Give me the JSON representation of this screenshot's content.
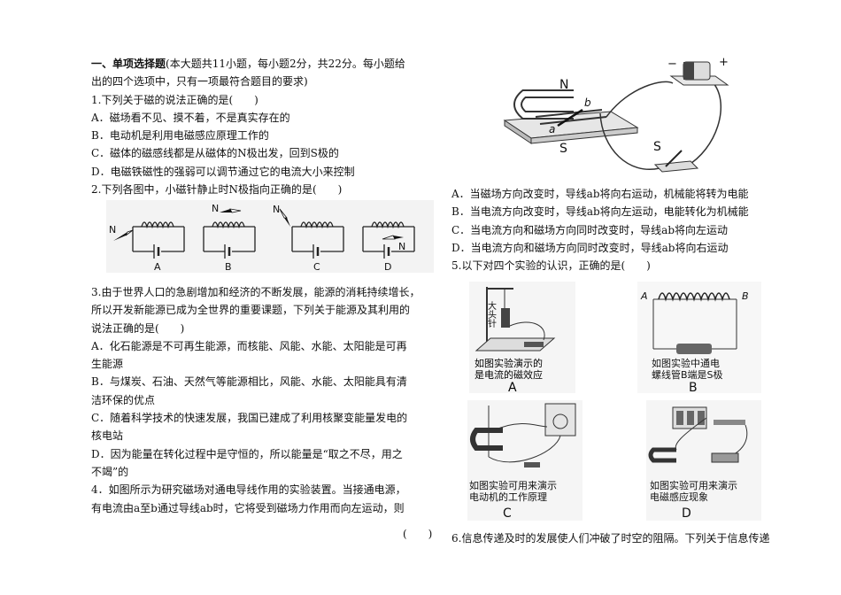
{
  "left_column": {
    "section_title": "一、单项选择题",
    "section_note_1": "(本大题共11小题，每小题2分，共22分。每小题给",
    "section_note_2": "出的四个选项中，只有一项最符合题目的要求)",
    "q1": {
      "stem": "1.下列关于磁的说法正确的是(　　)",
      "A": "A．磁场看不见、摸不着，不是真实存在的",
      "B": "B．电动机是利用电磁感应原理工作的",
      "C": "C．磁体的磁感线都是从磁体的N极出发，回到S极的",
      "D": "D．电磁铁磁性的强弱可以调节通过它的电流大小来控制"
    },
    "q2": {
      "stem": "2.下列各图中，小磁针静止时N极指向正确的是(　　)",
      "labels": [
        "A",
        "B",
        "C",
        "D"
      ],
      "needle_label": "N"
    },
    "q3": {
      "lines": [
        "3.由于世界人口的急剧增加和经济的不断发展，能源的消耗持续增长，",
        "所以开发新能源已成为全世界的重要课题，下列关于能源及其利用的",
        "说法正确的是(　　)",
        "A．化石能源是不可再生能源，而核能、风能、水能、太阳能是可再",
        "生能源",
        "B．与煤炭、石油、天然气等能源相比，风能、水能、太阳能具有清",
        "洁环保的优点",
        "C．随着科学技术的快速发展，我国已建成了利用核聚变能量发电的",
        "核电站",
        "D．因为能量在转化过程中是守恒的，所以能量是“取之不尽，用之",
        "不竭”的"
      ]
    },
    "q4": {
      "line1": "4．如图所示为研究磁场对通电导线作用的实验装置。当接通电源，",
      "line2": "有电流由a至b通过导线ab时，它将受到磁场力作用而向左运动，则",
      "paren": "(　　)"
    }
  },
  "right_column": {
    "q4_figure": {
      "N": "N",
      "S_magnet": "S",
      "S_switch": "S",
      "a": "a",
      "b": "b",
      "minus": "−",
      "plus": "+"
    },
    "q4_options": {
      "A": "A．当磁场方向改变时，导线ab将向右运动，机械能将转为电能",
      "B": "B．当电流方向改变时，导线ab将向左运动，电能转化为机械能",
      "C": "C．当电流方向和磁场方向同时改变时，导线ab将向左运动",
      "D": "D．当电流方向和磁场方向同时改变时，导线ab将向右运动"
    },
    "q5": {
      "stem": "5.以下对四个实验的认识，正确的是(　　)",
      "A": {
        "caption1": "如图实验演示的",
        "caption2": "是电流的磁效应",
        "label": "A",
        "needle_text": "大头针"
      },
      "B": {
        "caption1": "如图实验中通电",
        "caption2": "螺线管B端是S极",
        "label": "B",
        "end_A": "A",
        "end_B": "B"
      },
      "C": {
        "caption1": "如图实验可用来演示",
        "caption2": "电动机的工作原理",
        "label": "C"
      },
      "D": {
        "caption1": "如图实验可用来演示",
        "caption2": "电磁感应现象",
        "label": "D"
      }
    },
    "q6": {
      "stem": "6.信息传递及时的发展使人们冲破了时空的阻隔。下列关于信息传递"
    }
  }
}
